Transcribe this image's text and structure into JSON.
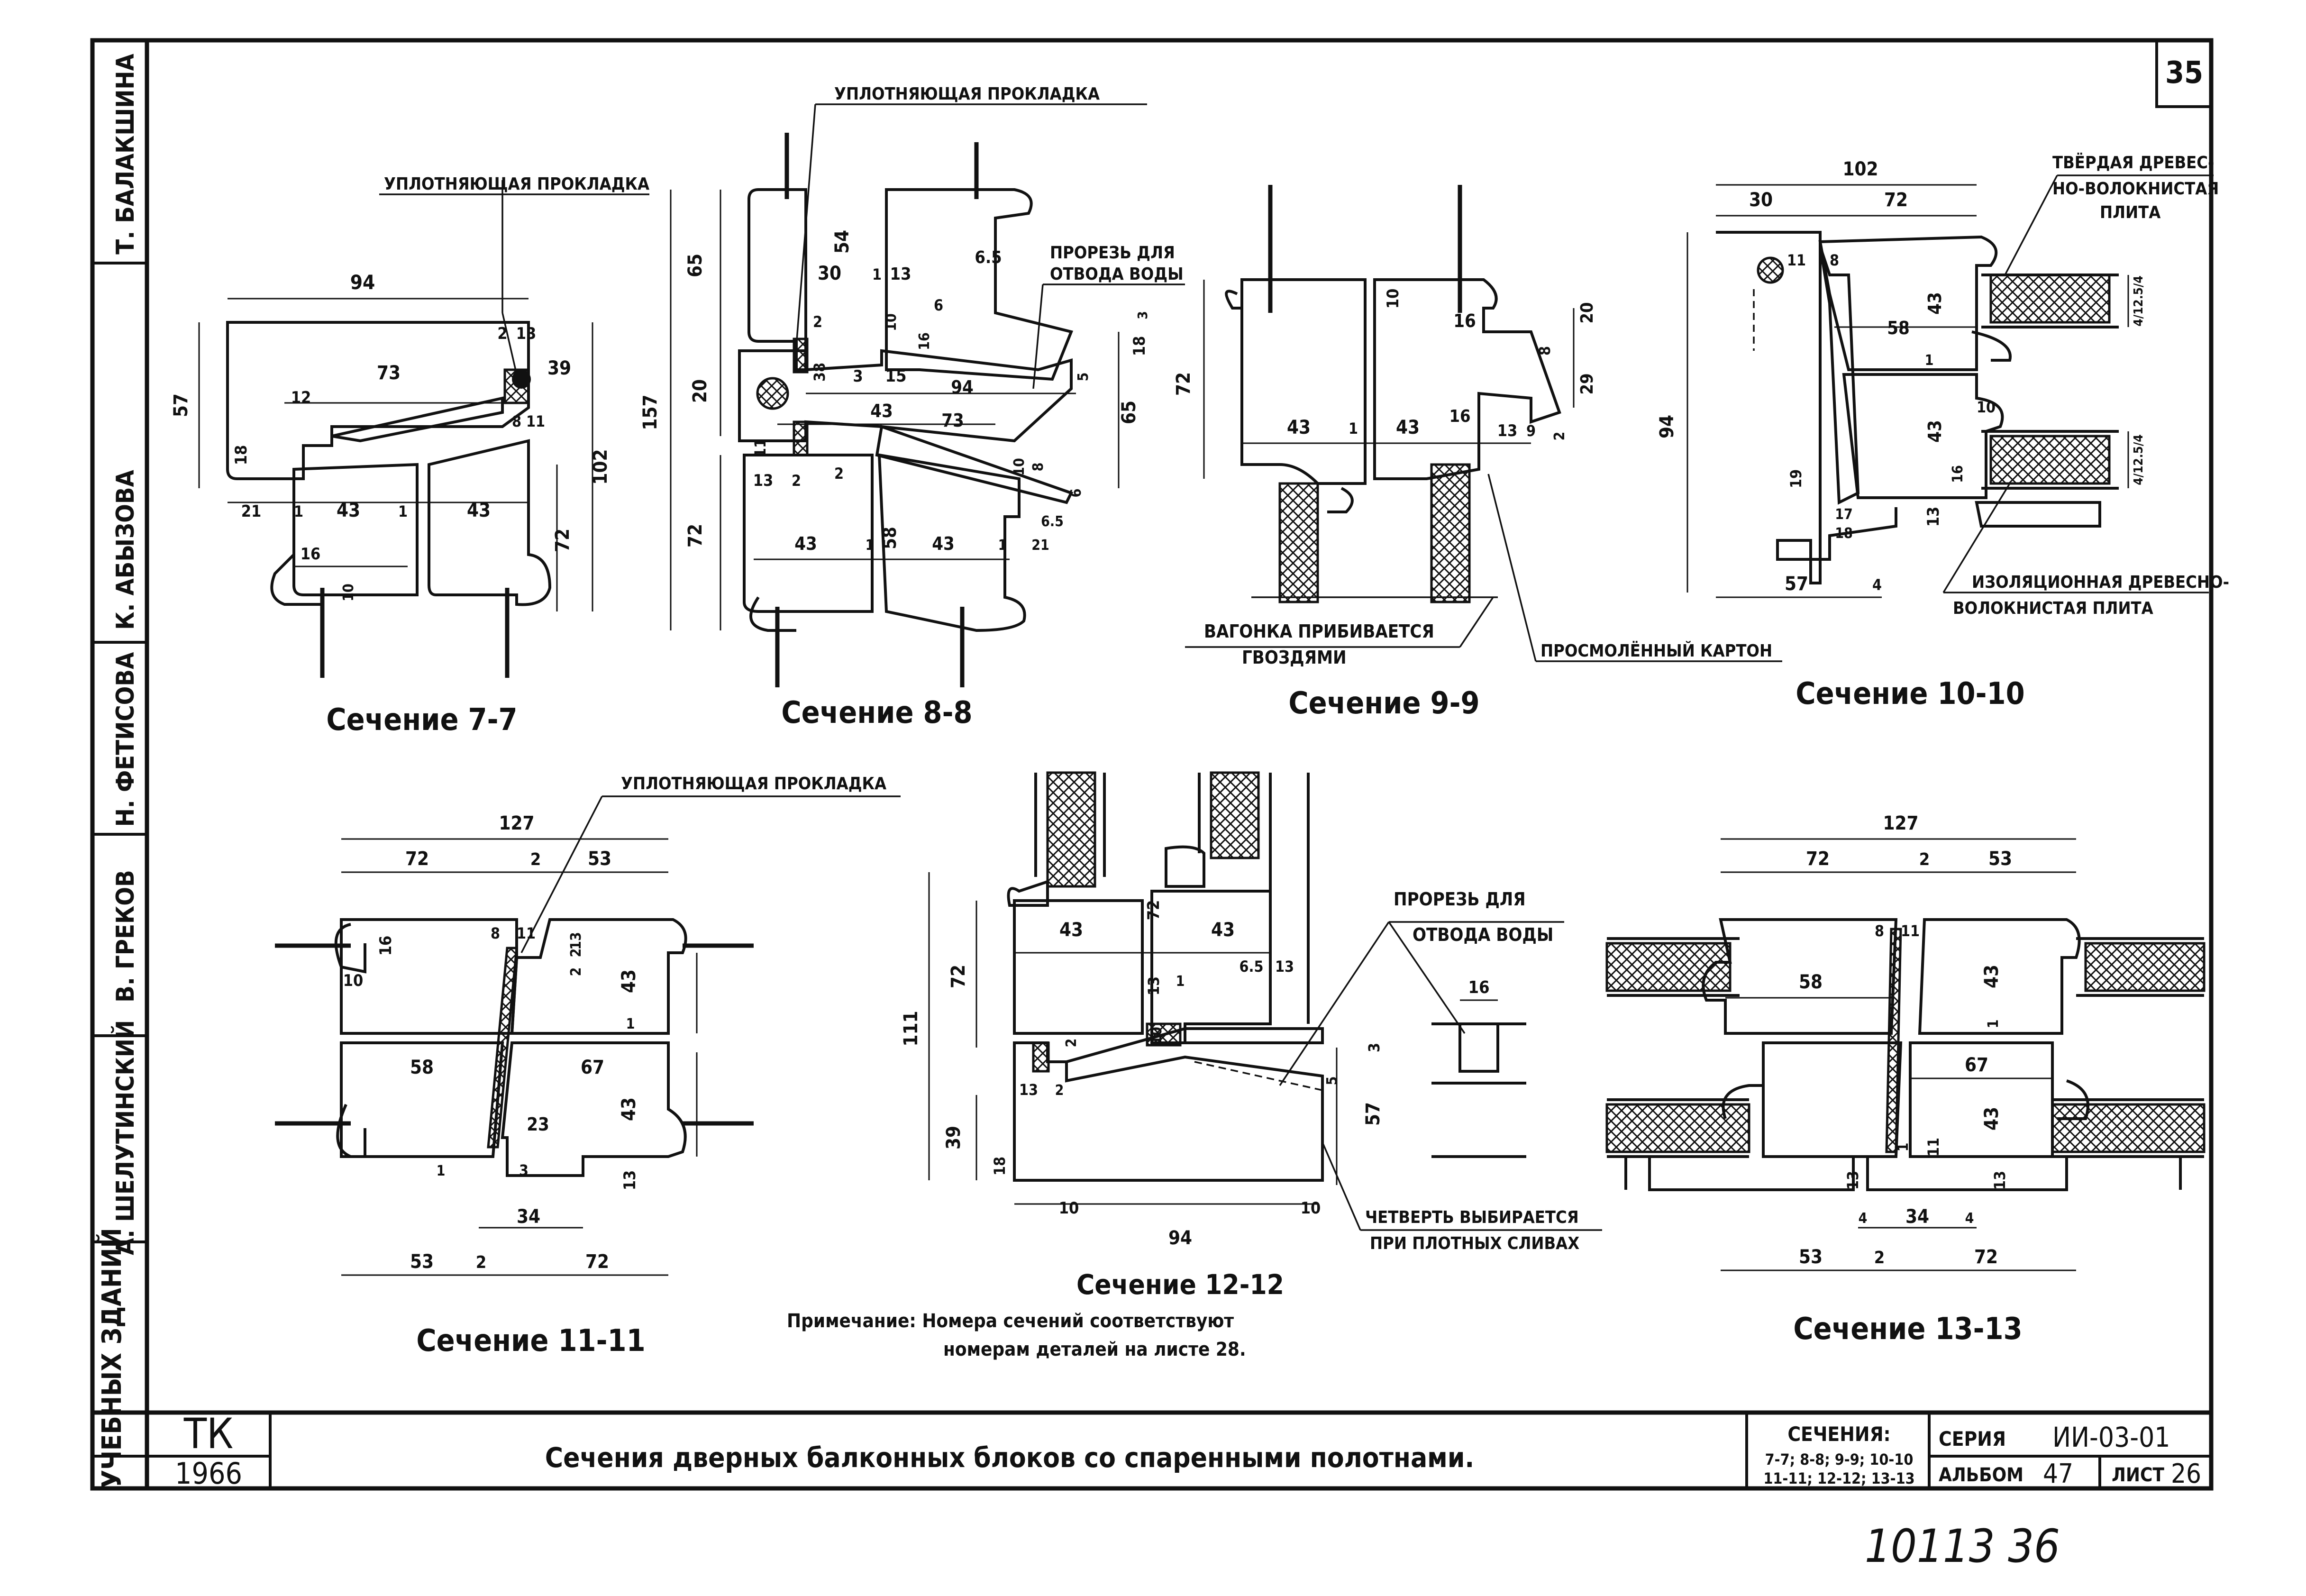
{
  "page_number": "35",
  "left_strip": {
    "names": [
      "Т. БАЛАКШИНА",
      "К. АБЫЗОВА",
      "Н. ФЕТИСОВА",
      "В. ГРЕКОВ",
      "А. ШЕЛУТИНСКИЙ"
    ],
    "vertical_title": "УЧЕБНЫХ ЗДАНИЙ"
  },
  "sections": {
    "s77": {
      "caption": "Сечение 7-7",
      "callout": "УПЛОТНЯЮЩАЯ ПРОКЛАДКА",
      "dims": [
        "94",
        "2",
        "13",
        "73",
        "39",
        "57",
        "12",
        "8",
        "11",
        "102",
        "18",
        "72",
        "21",
        "1",
        "43",
        "1",
        "43",
        "16",
        "10"
      ]
    },
    "s88": {
      "caption": "Сечение 8-8",
      "callout": "УПЛОТНЯЮЩАЯ ПРОКЛАДКА",
      "callout2_l1": "ПРОРЕЗЬ ДЛЯ",
      "callout2_l2": "ОТВОДА ВОДЫ",
      "dims": [
        "54",
        "30",
        "1",
        "13",
        "6.5",
        "65",
        "157",
        "10",
        "6",
        "16",
        "18",
        "3",
        "2",
        "38",
        "3",
        "15",
        "5",
        "94",
        "65",
        "20",
        "43",
        "73",
        "11",
        "10",
        "8",
        "13",
        "2",
        "2",
        "6",
        "6.5",
        "72",
        "43",
        "1",
        "58",
        "43",
        "1",
        "21"
      ]
    },
    "s99": {
      "caption": "Сечение 9-9",
      "callout1_l1": "ВАГОНКА ПРИБИВАЕТСЯ",
      "callout1_l2": "ГВОЗДЯМИ",
      "callout2": "ПРОСМОЛЁННЫЙ КАРТОН",
      "dims": [
        "10",
        "16",
        "20",
        "72",
        "8",
        "29",
        "2",
        "43",
        "1",
        "43",
        "16",
        "13",
        "9"
      ]
    },
    "s1010": {
      "caption": "Сечение 10-10",
      "callout1_l1": "ТВЁРДАЯ ДРЕВЕС-",
      "callout1_l2": "НО-ВОЛОКНИСТАЯ",
      "callout1_l3": "ПЛИТА",
      "callout2_l1": "ИЗОЛЯЦИОННАЯ ДРЕВЕСНО-",
      "callout2_l2": "ВОЛОКНИСТАЯ ПЛИТА",
      "dims": [
        "102",
        "30",
        "72",
        "11",
        "8",
        "58",
        "43",
        "94",
        "1",
        "10",
        "43",
        "19",
        "16",
        "17",
        "18",
        "13",
        "57",
        "4",
        "4/12.5/4",
        "4/12.5/4"
      ]
    },
    "s1111": {
      "caption": "Сечение 11-11",
      "callout": "УПЛОТНЯЮЩАЯ ПРОКЛАДКА",
      "dims": [
        "127",
        "72",
        "2",
        "53",
        "16",
        "8",
        "11",
        "2",
        "13",
        "10",
        "2",
        "43",
        "58",
        "67",
        "1",
        "23",
        "43",
        "1",
        "3",
        "13",
        "34",
        "53",
        "2",
        "72"
      ]
    },
    "s1212": {
      "caption": "Сечение 12-12",
      "callout1_l1": "ПРОРЕЗЬ ДЛЯ",
      "callout1_l2": "ОТВОДА ВОДЫ",
      "callout2_l1": "ЧЕТВЕРТЬ ВЫБИРАЕТСЯ",
      "callout2_l2": "ПРИ ПЛОТНЫХ СЛИВАХ",
      "dims": [
        "43",
        "72",
        "43",
        "111",
        "72",
        "13",
        "1",
        "6.5",
        "13",
        "10",
        "16",
        "2",
        "3",
        "13",
        "2",
        "5",
        "39",
        "57",
        "18",
        "10",
        "10",
        "94"
      ]
    },
    "s1313": {
      "caption": "Сечение 13-13",
      "dims": [
        "127",
        "72",
        "2",
        "53",
        "8",
        "11",
        "58",
        "43",
        "1",
        "67",
        "43",
        "1",
        "11",
        "13",
        "13",
        "4",
        "34",
        "4",
        "53",
        "2",
        "72"
      ]
    }
  },
  "note": {
    "line1": "Примечание: Номера сечений соответствуют",
    "line2": "номерам деталей на листе 28."
  },
  "title_block": {
    "org_code": "ТК",
    "year": "1966",
    "title": "Сечения дверных балконных блоков со спаренными полотнами.",
    "sections_label": "СЕЧЕНИЯ:",
    "sections_line1": "7-7; 8-8; 9-9; 10-10",
    "sections_line2": "11-11; 12-12; 13-13",
    "series_label": "СЕРИЯ",
    "series_value": "ИИ-03-01",
    "album_label": "АЛЬБОМ",
    "album_value": "47",
    "sheet_label": "ЛИСТ",
    "sheet_value": "26"
  },
  "handwritten_number": "10113 36"
}
